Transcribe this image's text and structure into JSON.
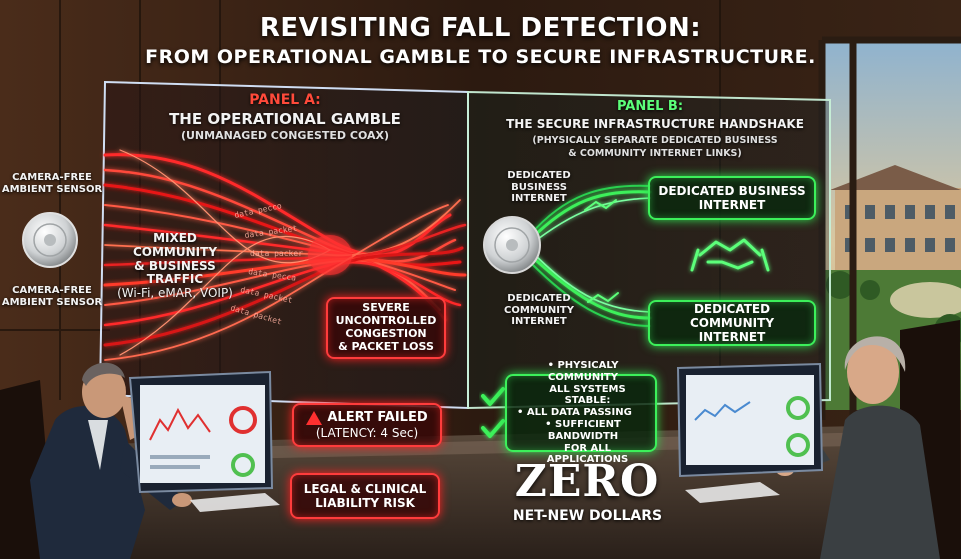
{
  "title": {
    "line1": "REVISITING FALL DETECTION:",
    "line2": "FROM OPERATIONAL GAMBLE TO SECURE INFRASTRUCTURE."
  },
  "panel_a": {
    "heading": "PANEL A:",
    "title": "THE OPERATIONAL GAMBLE",
    "subtitle": "(UNMANAGED CONGESTED COAX)",
    "sensor_label_top": "CAMERA-FREE AMBIENT SENSOR",
    "sensor_label_bottom": "CAMERA-FREE AMBIENT SENSOR",
    "traffic_label_1": "MIXED COMMUNITY",
    "traffic_label_2": "& BUSINESS",
    "traffic_label_3": "TRAFFIC",
    "traffic_label_4": "(Wi-Fi, eMAR, VOIP)",
    "congestion_box": [
      "SEVERE",
      "UNCONTROLLED",
      "CONGESTION",
      "& PACKET LOSS"
    ],
    "alert_title": "ALERT FAILED",
    "alert_detail": "(LATENCY: 4 Sec)",
    "risk_box": [
      "LEGAL & CLINICAL",
      "LIABILITY RISK"
    ],
    "data_stream_text": "data packet"
  },
  "panel_b": {
    "heading": "PANEL B:",
    "title": "THE SECURE INFRASTRUCTURE HANDSHAKE",
    "subtitle_1": "(PHYSICALLY SEPARATE DEDICATED BUSINESS",
    "subtitle_2": "& COMMUNITY INTERNET LINKS)",
    "small_label_business": [
      "DEDICATED",
      "BUSINESS",
      "INTERNET"
    ],
    "small_label_community": [
      "DEDICATED",
      "COMMUNITY",
      "INTERNET"
    ],
    "business_box": [
      "DEDICATED BUSINESS",
      "INTERNET"
    ],
    "community_box": [
      "DEDICATED COMMUNITY",
      "INTERNET"
    ],
    "checklist": [
      "PHYSICALY COMMUNITY",
      "ALL SYSTEMS STABLE:",
      "ALL DATA PASSING",
      "SUFFICIENT BANDWIDTH",
      "FOR ALL APPLICATIONS"
    ],
    "zero_big": "ZERO",
    "zero_sub": "NET-NEW DOLLARS"
  },
  "colors": {
    "red_glow": "#ff2a2a",
    "green_glow": "#3cf05a",
    "panel_a_frame": "#d8e8ff",
    "panel_b_frame": "#c8f0d8"
  },
  "icons": [
    "camera-free-sensor-icon",
    "warning-icon",
    "handshake-icon",
    "checkmark-icon"
  ]
}
